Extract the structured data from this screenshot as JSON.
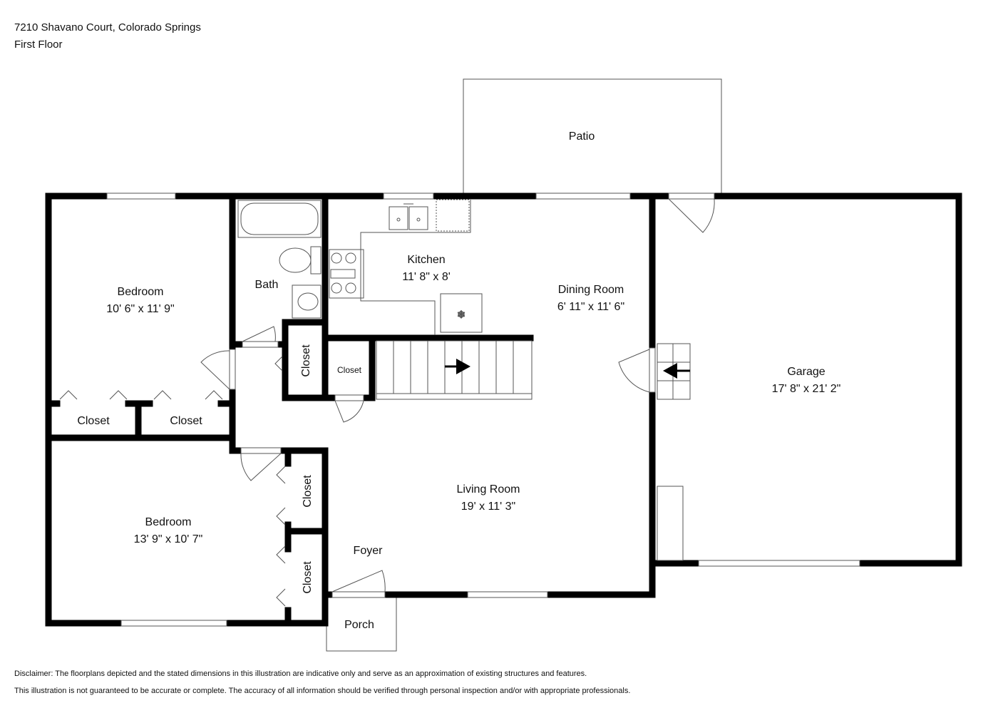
{
  "header": {
    "address": "7210 Shavano Court, Colorado Springs",
    "floor": "First Floor"
  },
  "rooms": {
    "patio": {
      "name": "Patio"
    },
    "kitchen": {
      "name": "Kitchen",
      "dims": "11' 8\" x 8'"
    },
    "dining": {
      "name": "Dining Room",
      "dims": "6' 11\" x 11' 6\""
    },
    "bath": {
      "name": "Bath"
    },
    "bedroom1": {
      "name": "Bedroom",
      "dims": "10' 6\" x 11' 9\""
    },
    "bedroom2": {
      "name": "Bedroom",
      "dims": "13' 9\" x 10' 7\""
    },
    "garage": {
      "name": "Garage",
      "dims": "17' 8\" x 21' 2\""
    },
    "living": {
      "name": "Living Room",
      "dims": "19' x 11' 3\""
    },
    "foyer": {
      "name": "Foyer"
    },
    "porch": {
      "name": "Porch"
    },
    "closet_label": "Closet"
  },
  "disclaimer": {
    "line1": "Disclaimer: The floorplans depicted and the stated dimensions in this illustration are indicative only and serve as an approximation of existing structures and features.",
    "line2": "This illustration is not guaranteed to be accurate or complete. The accuracy of all information should be verified through personal inspection and/or with appropriate professionals."
  },
  "colors": {
    "wall": "#000000",
    "line": "#555555",
    "background": "#ffffff"
  }
}
